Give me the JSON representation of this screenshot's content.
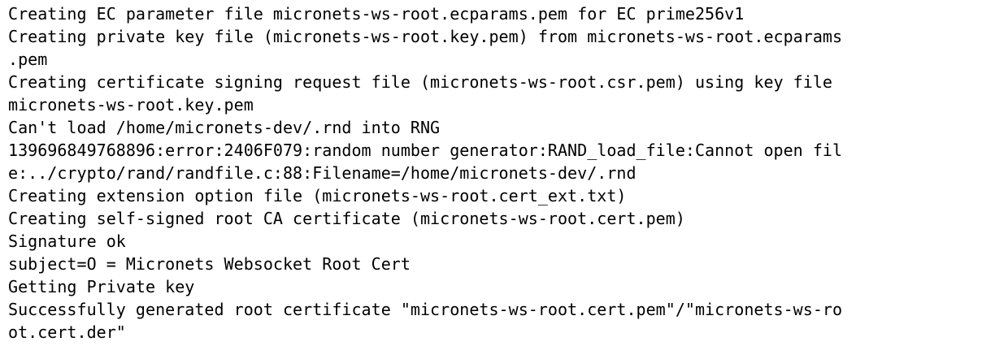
{
  "terminal": {
    "lines": [
      "Creating EC parameter file micronets-ws-root.ecparams.pem for EC prime256v1",
      "Creating private key file (micronets-ws-root.key.pem) from micronets-ws-root.ecparams",
      ".pem",
      "Creating certificate signing request file (micronets-ws-root.csr.pem) using key file",
      "micronets-ws-root.key.pem",
      "Can't load /home/micronets-dev/.rnd into RNG",
      "139696849768896:error:2406F079:random number generator:RAND_load_file:Cannot open fil",
      "e:../crypto/rand/randfile.c:88:Filename=/home/micronets-dev/.rnd",
      "Creating extension option file (micronets-ws-root.cert_ext.txt)",
      "Creating self-signed root CA certificate (micronets-ws-root.cert.pem)",
      "Signature ok",
      "subject=O = Micronets Websocket Root Cert",
      "Getting Private key",
      "Successfully generated root certificate \"micronets-ws-root.cert.pem\"/\"micronets-ws-ro",
      "ot.cert.der\""
    ],
    "colors": {
      "background": "#ffffff",
      "text": "#000000"
    }
  }
}
